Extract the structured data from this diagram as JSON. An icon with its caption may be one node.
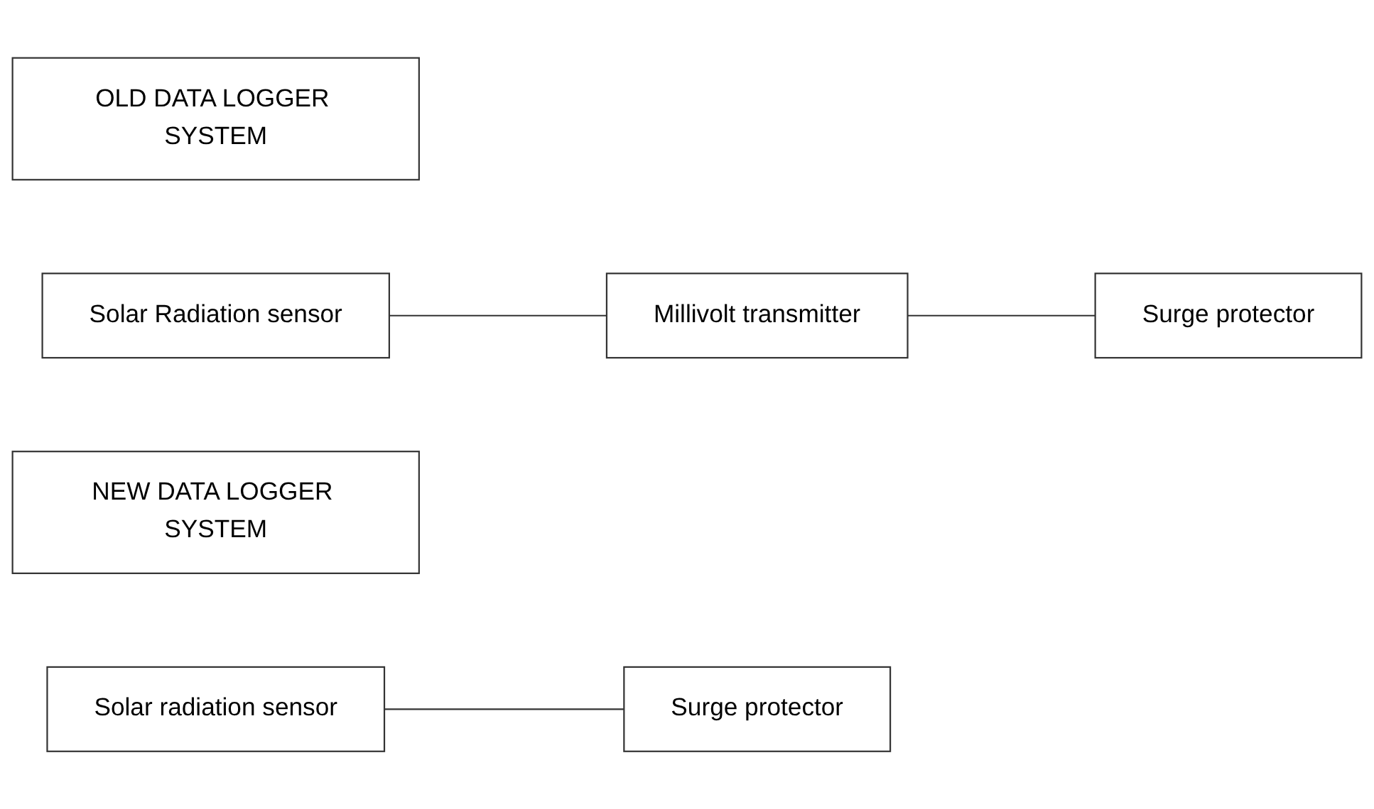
{
  "diagram": {
    "nodes": [
      {
        "text": [
          "OLD DATA LOGGER SYSTEM"
        ]
      },
      {
        "text": [
          "Solar Radiation sensor"
        ]
      },
      {
        "text": [
          "Millivolt transmitter"
        ]
      },
      {
        "text": [
          "Surge protector"
        ]
      },
      {
        "text": [
          "NEW DATA LOGGER SYSTEM"
        ]
      },
      {
        "text": [
          "Solar radiation sensor"
        ]
      },
      {
        "text": [
          "Surge protector"
        ]
      }
    ],
    "edges": [
      {
        "from": 1,
        "to": 2,
        "arrow": "none"
      },
      {
        "from": 2,
        "to": 3,
        "arrow": "none"
      },
      {
        "from": 5,
        "to": 6,
        "arrow": "none"
      }
    ]
  }
}
